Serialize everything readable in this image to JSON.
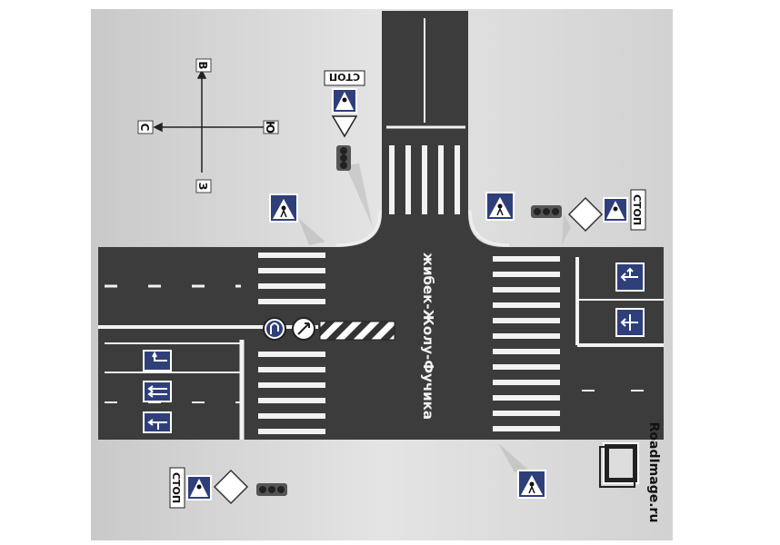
{
  "compass": {
    "north": "С",
    "south": "Ю",
    "east": "В",
    "west": "З"
  },
  "street": {
    "name": "жибек-Жолу-Фучика"
  },
  "signs": {
    "stop_text": "СТОП"
  },
  "watermark": {
    "text": "RoadImage.ru"
  },
  "colors": {
    "asphalt": "#3c3c3c",
    "background": "#dcdcdc",
    "marking": "#f2f2f2",
    "sign_blue": "#2f3f7a",
    "sign_red": "#c8302a"
  }
}
